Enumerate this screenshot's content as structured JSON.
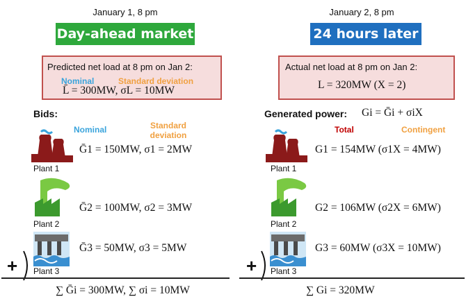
{
  "left": {
    "date": "January 1, 8 pm",
    "banner": "Day-ahead market",
    "banner_color": "#2ea83c",
    "box": {
      "title": "Predicted net load at 8 pm on Jan 2:",
      "nominal_label": "Nominal",
      "std_label": "Standard deviation",
      "formula": "L̄ = 300MW,  σL = 10MW"
    },
    "bids_label": "Bids:",
    "col_nominal": "Nominal",
    "col_std": "Standard deviation",
    "plants": [
      {
        "name": "Plant 1",
        "icon": "nuclear-plant-icon",
        "formula": "Ḡ1 = 150MW,  σ1 = 2MW"
      },
      {
        "name": "Plant 2",
        "icon": "factory-plant-icon",
        "formula": "Ḡ2 = 100MW,  σ2 = 3MW"
      },
      {
        "name": "Plant 3",
        "icon": "hydro-plant-icon",
        "formula": "Ḡ3 = 50MW,  σ3 = 5MW"
      }
    ],
    "plus": "+",
    "sum": "∑ Ḡi = 300MW,  ∑ σi = 10MW"
  },
  "right": {
    "date": "January 2, 8 pm",
    "banner": "24 hours later",
    "banner_color": "#1f6fbf",
    "box": {
      "title": "Actual net load at 8 pm on Jan 2:",
      "formula": "L = 320MW  (X = 2)"
    },
    "generated_label": "Generated power:",
    "generated_formula": "Gi = Ḡi + σiX",
    "total_label": "Total",
    "contingent_label": "Contingent",
    "plants": [
      {
        "name": "Plant 1",
        "icon": "nuclear-plant-icon",
        "formula": "G1 = 154MW  (σ1X = 4MW)"
      },
      {
        "name": "Plant 2",
        "icon": "factory-plant-icon",
        "formula": "G2 = 106MW  (σ2X = 6MW)"
      },
      {
        "name": "Plant 3",
        "icon": "hydro-plant-icon",
        "formula": "G3 = 60MW  (σ3X = 10MW)"
      }
    ],
    "plus": "+",
    "sum": "∑ Gi = 320MW"
  }
}
